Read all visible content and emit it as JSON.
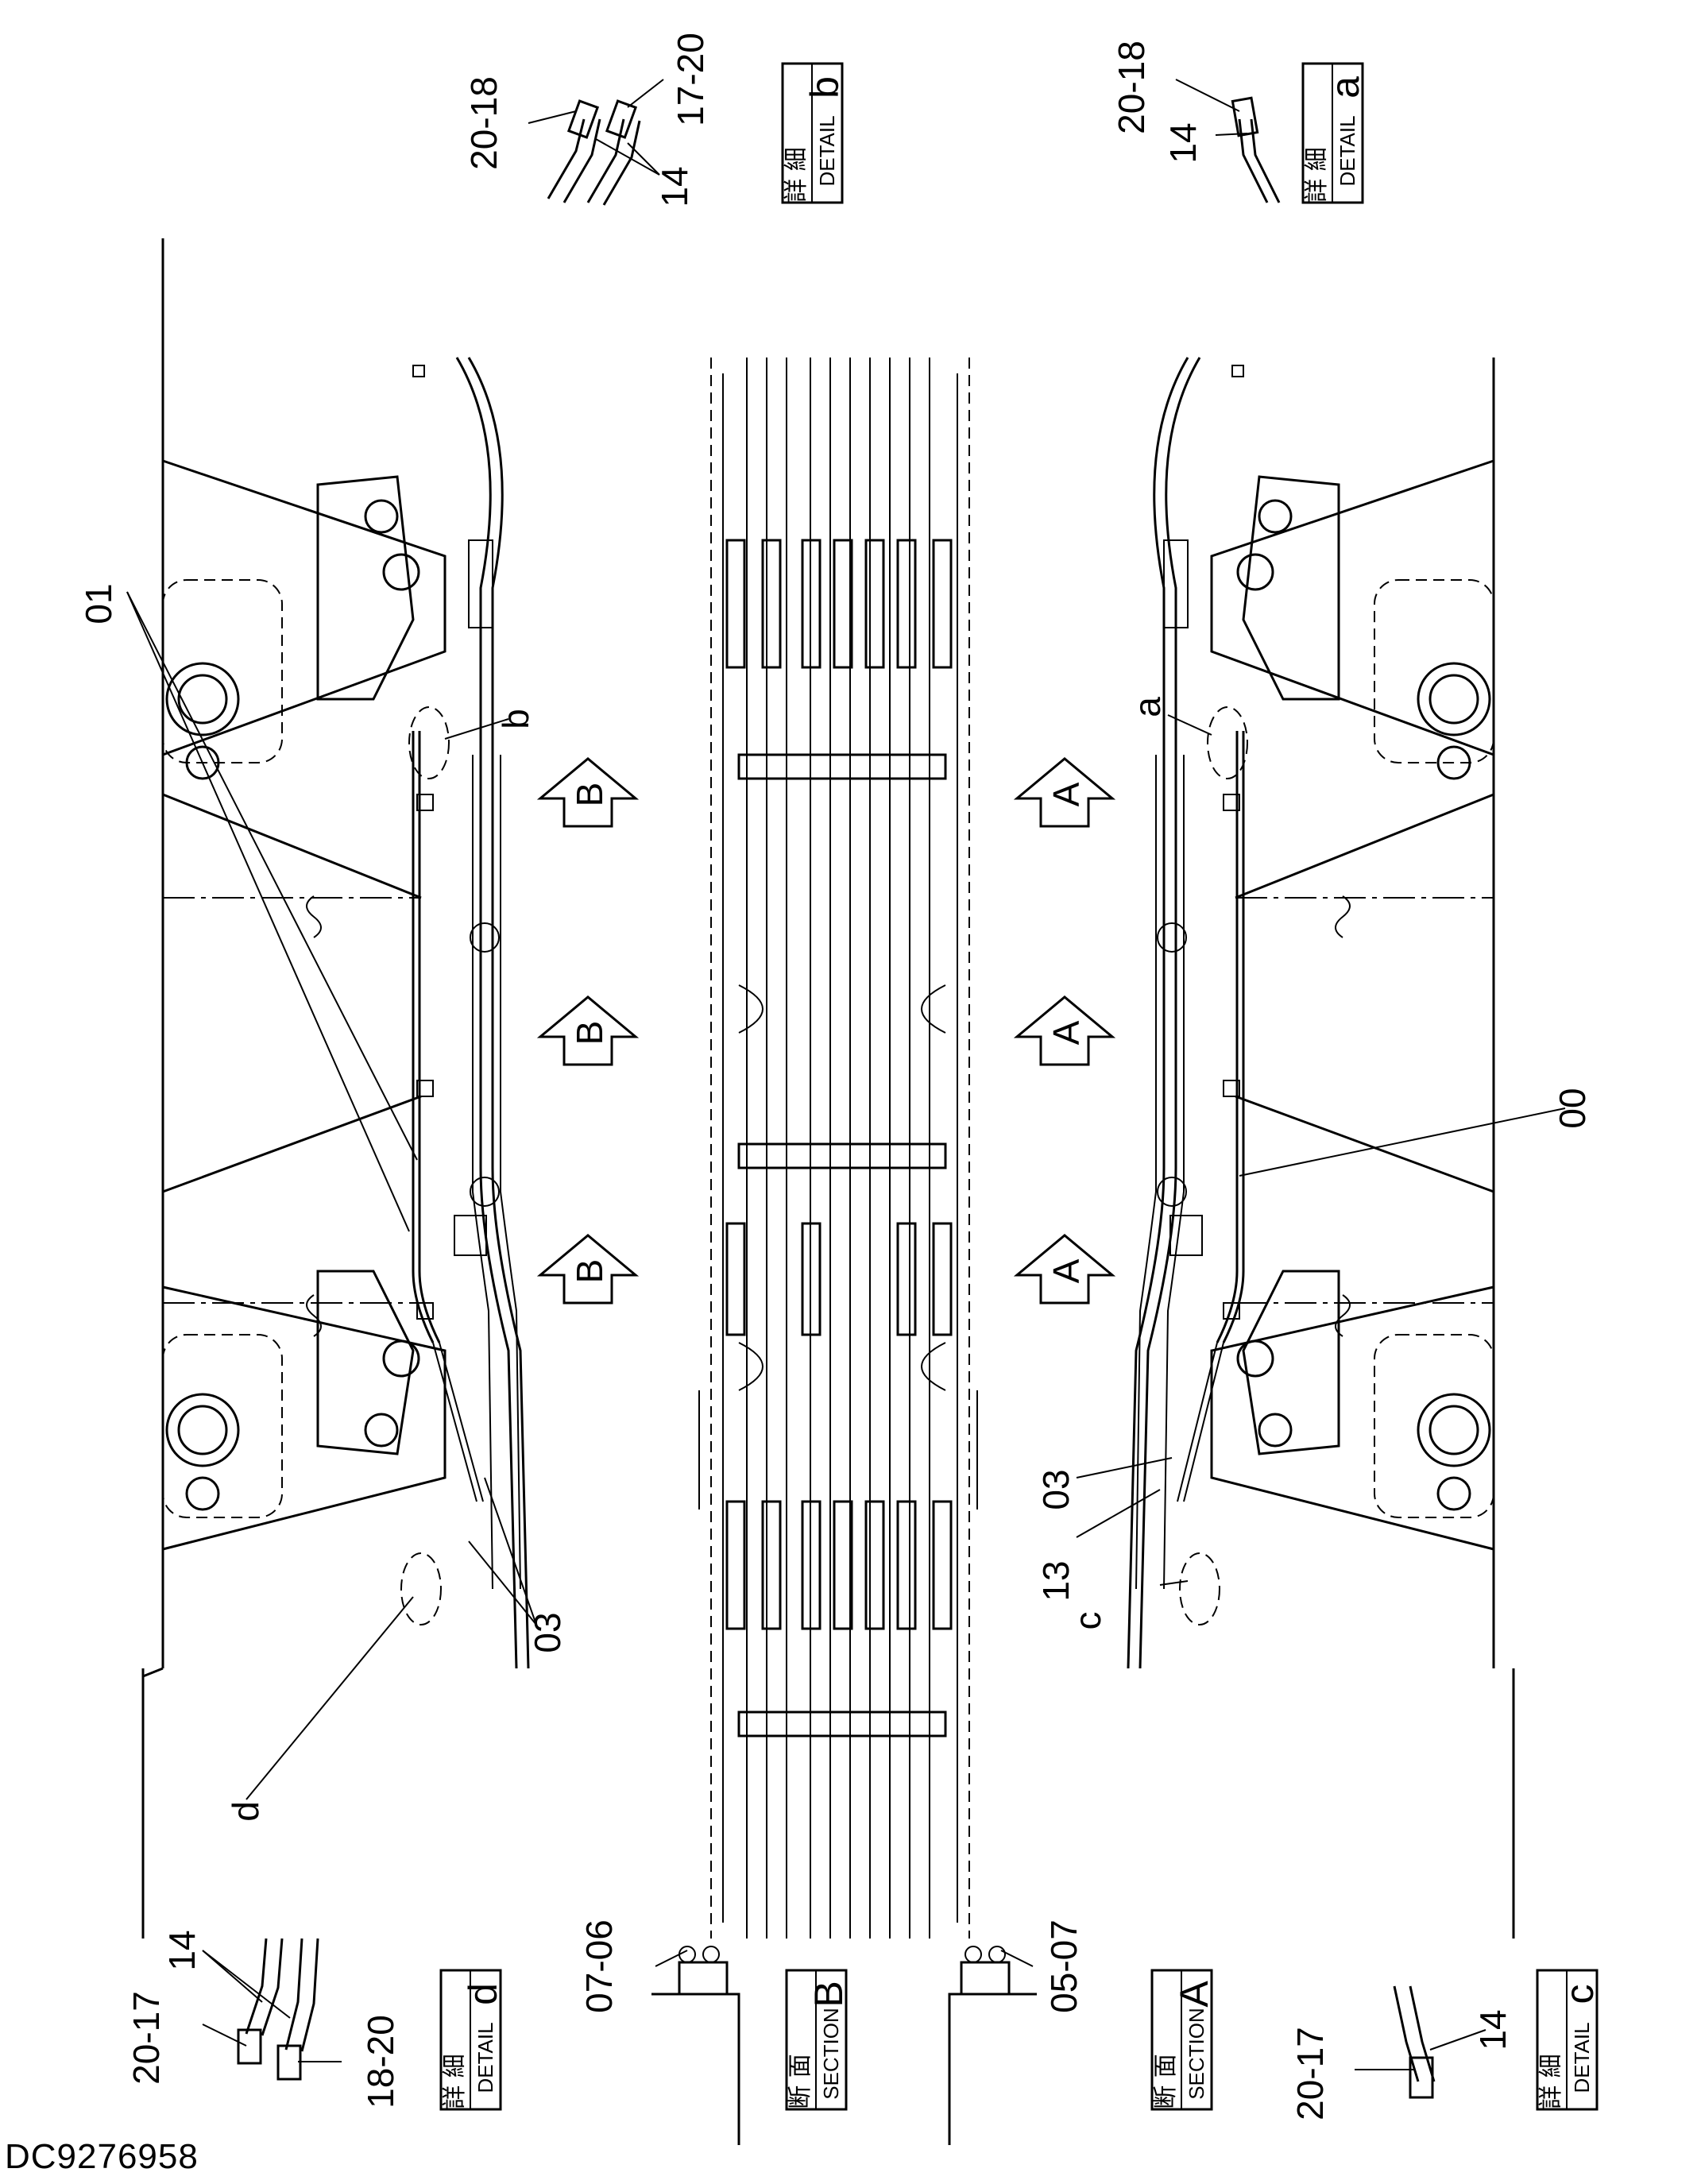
{
  "drawing_code": "DC9276958",
  "part_numbers": {
    "p00": "00",
    "p01": "01",
    "p03": "03",
    "p13": "13",
    "p14": "14",
    "r20_18": "20-18",
    "r17_20": "17-20",
    "r20_17": "20-17",
    "r18_20": "18-20",
    "r07_06": "07-06",
    "r05_07": "05-07"
  },
  "detail_refs": [
    "a",
    "b",
    "c",
    "d"
  ],
  "section_refs": [
    "A",
    "B"
  ],
  "boxes": {
    "detail_jp": "詳 細",
    "detail_en": "DETAIL",
    "section_jp": "断 面",
    "section_en": "SECTION"
  },
  "colors": {
    "line": "#000000",
    "background": "#ffffff"
  }
}
